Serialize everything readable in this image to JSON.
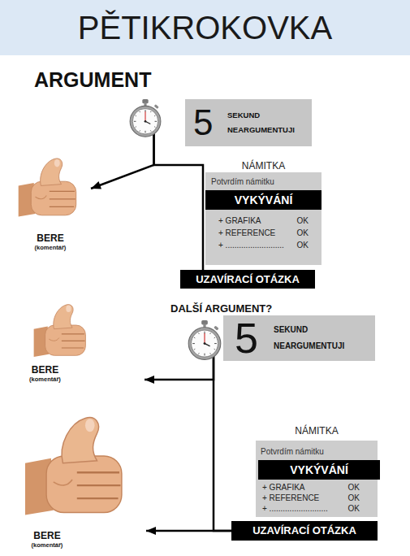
{
  "diagram": {
    "title": "PĚTIKROKOVKA",
    "nodes": [
      {
        "text": [
          "ARGUMENT"
        ]
      },
      {
        "text": [
          "5",
          "SEKUND NEARGUMENTUJI"
        ]
      },
      {
        "text": [
          "BERE",
          "(komentář)"
        ]
      },
      {
        "text": [
          "NÁMITKA",
          "Potvrdím námitku",
          "+ GRAFIKA",
          "OK",
          "+ REFERENCE",
          "OK",
          "+ ..........................",
          "OK"
        ]
      },
      {
        "text": [
          "VYKÝVÁNÍ"
        ],
        "in": 3
      },
      {
        "text": [
          "UZAVÍRACÍ OTÁZKA"
        ]
      },
      {
        "text": [
          "5",
          "SEKUND NEARGUMENTUJI"
        ]
      },
      {
        "text": [
          "BERE",
          "(komentář)"
        ]
      },
      {
        "text": [
          "NÁMITKA",
          "Potvrdím námitku",
          "+ GRAFIKA",
          "OK",
          "+ REFERENCE",
          "OK",
          "+ ..........................",
          "OK"
        ]
      },
      {
        "text": [
          "VYKÝVÁNÍ"
        ],
        "in": 8
      },
      {
        "text": [
          "UZAVÍRACÍ OTÁZKA"
        ]
      },
      {
        "text": [
          "BERE",
          "(komentář)"
        ]
      }
    ],
    "edges": [
      {
        "from": 1,
        "to": 2,
        "arrow": "to"
      },
      {
        "from": 1,
        "to": 5,
        "arrow": "none"
      },
      {
        "from": 6,
        "to": 7,
        "arrow": "to"
      },
      {
        "from": 6,
        "to": 10,
        "arrow": "none"
      },
      {
        "from": 10,
        "to": 11,
        "arrow": "to"
      }
    ],
    "labels": [
      "DALŠÍ ARGUMENT?"
    ]
  }
}
